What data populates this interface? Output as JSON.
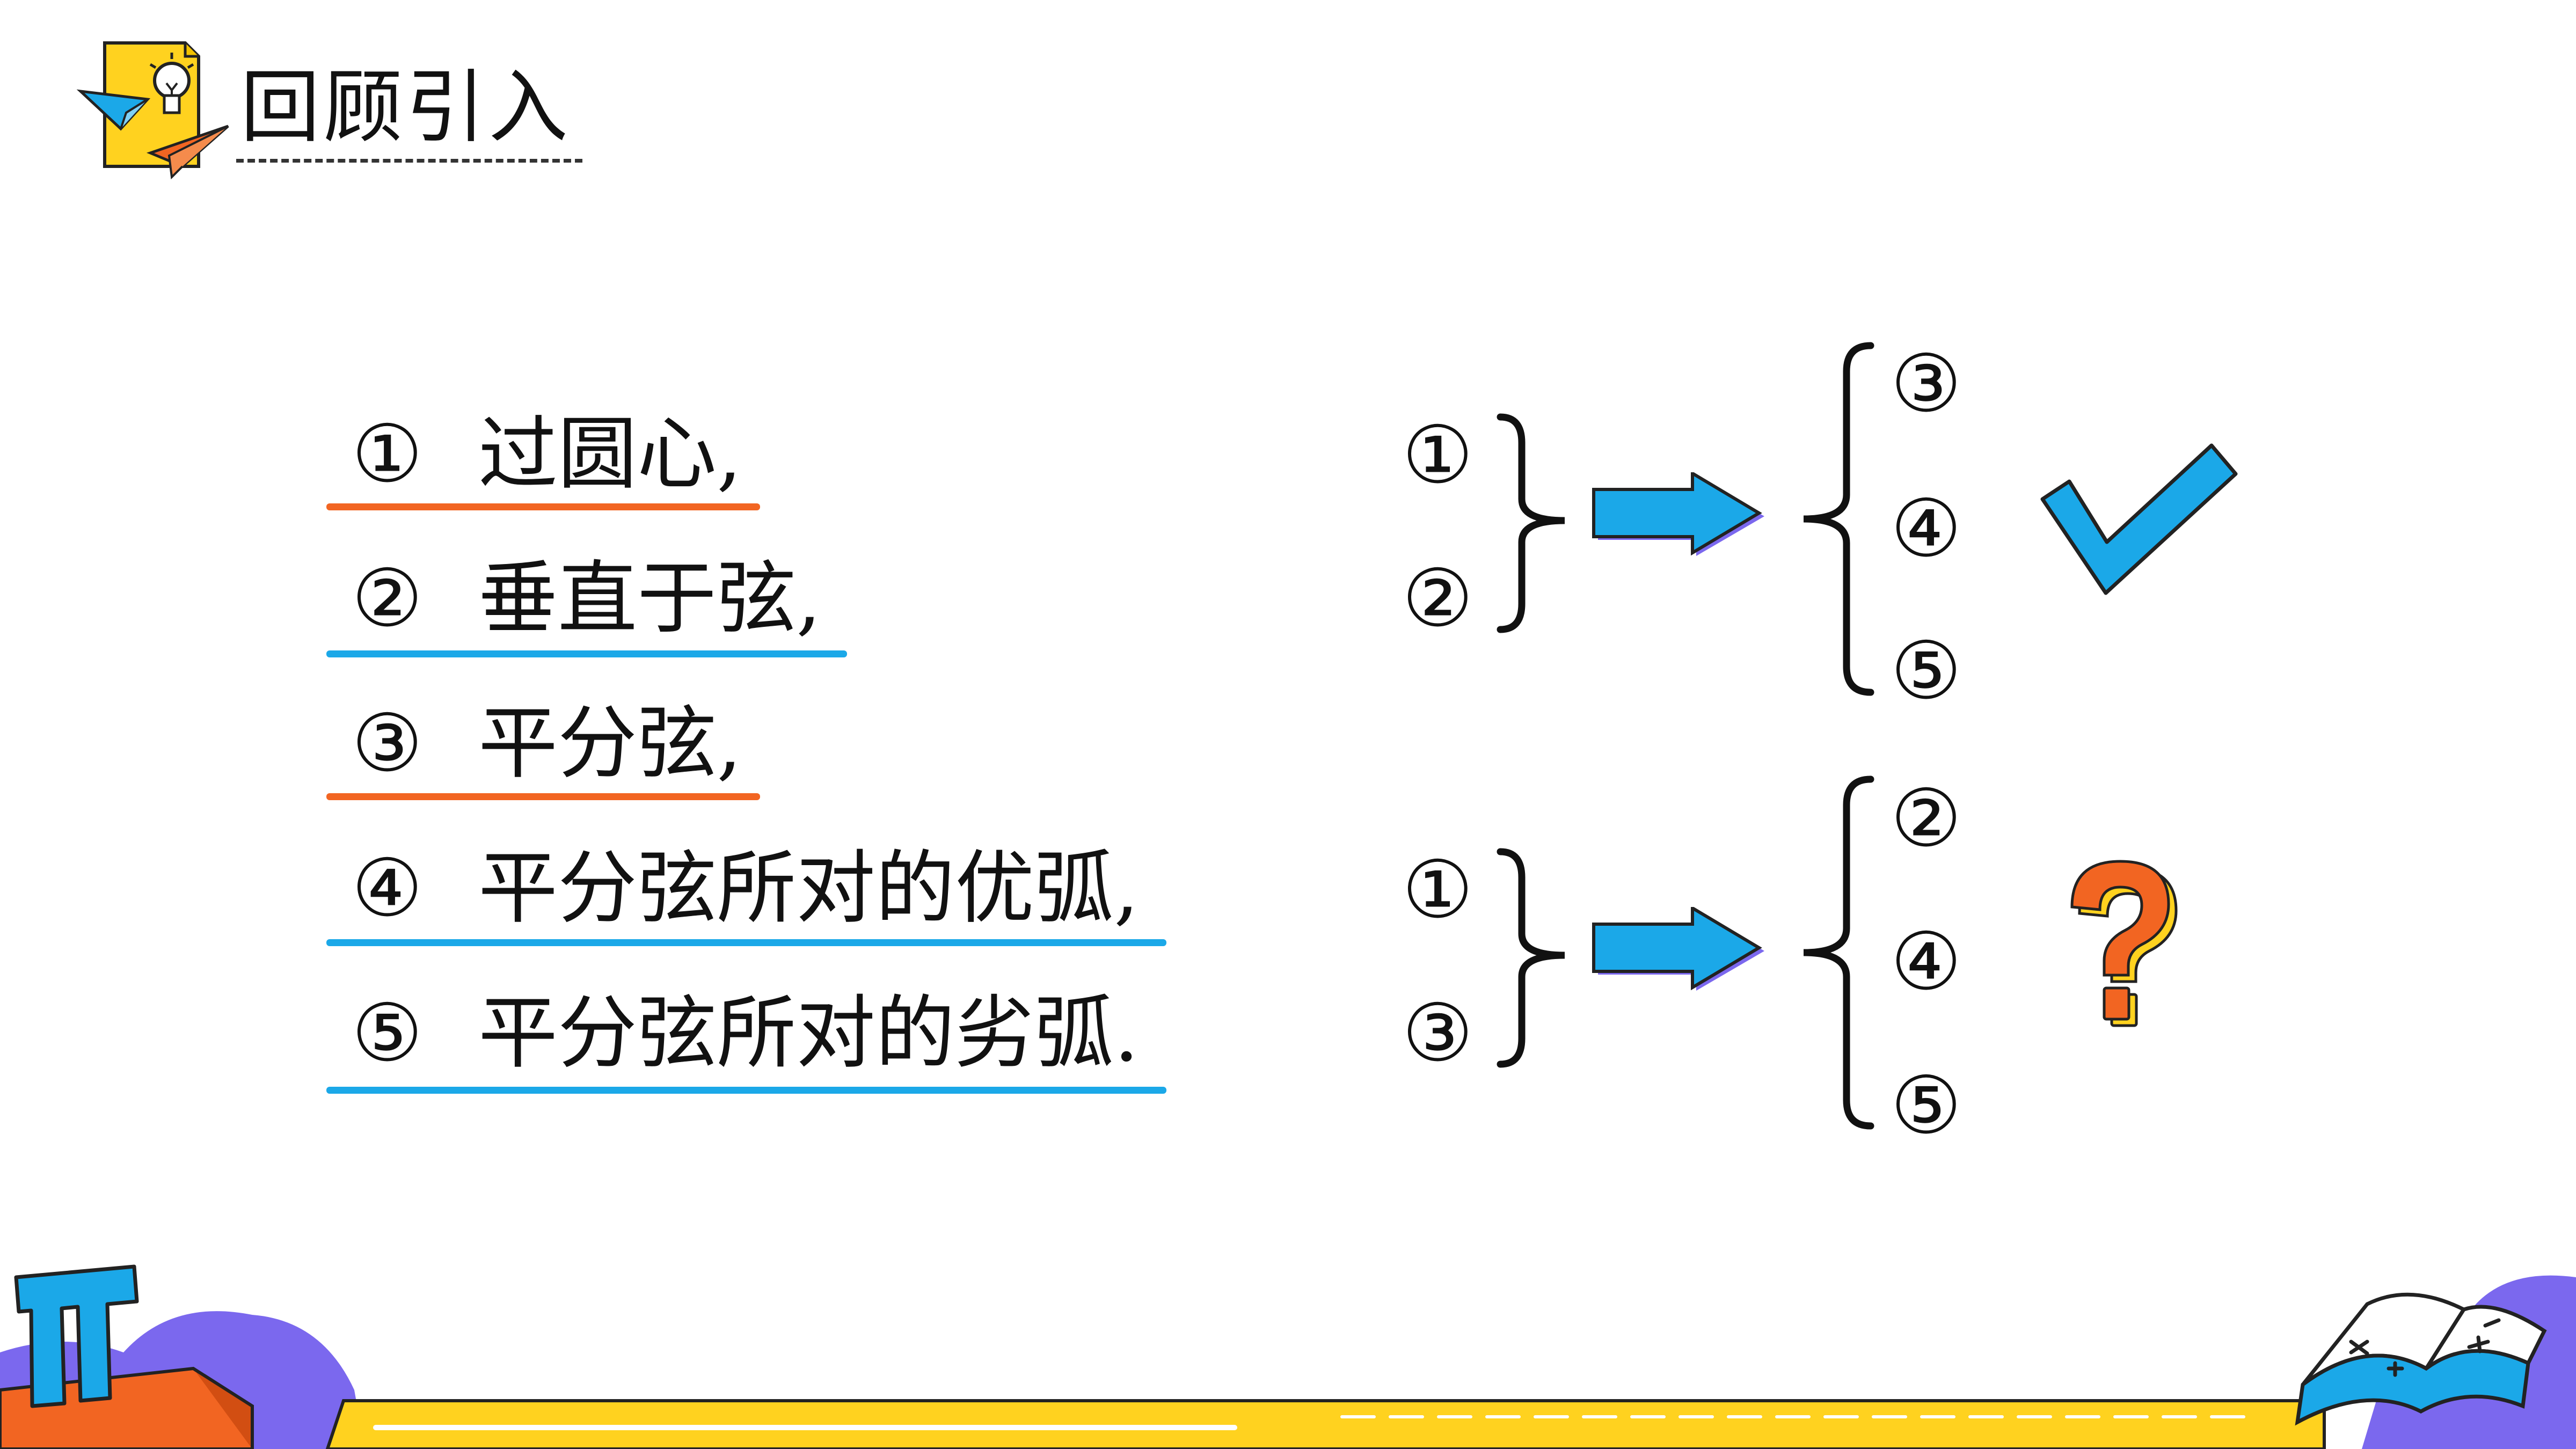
{
  "header": {
    "title": "回顾引入"
  },
  "conditions": [
    {
      "num": "①",
      "text": "过圆心,",
      "underline_color": "#F26522"
    },
    {
      "num": "②",
      "text": "垂直于弦,",
      "underline_color": "#1BA8E8"
    },
    {
      "num": "③",
      "text": "平分弦,",
      "underline_color": "#F26522"
    },
    {
      "num": "④",
      "text": "平分弦所对的优弧,",
      "underline_color": "#1BA8E8"
    },
    {
      "num": "⑤",
      "text": "平分弦所对的劣弧.",
      "underline_color": "#1BA8E8"
    }
  ],
  "inference_top": {
    "given": [
      "①",
      "②"
    ],
    "result": [
      "③",
      "④",
      "⑤"
    ],
    "mark": "check-icon"
  },
  "inference_bottom": {
    "given": [
      "①",
      "③"
    ],
    "result": [
      "②",
      "④",
      "⑤"
    ],
    "mark": "question-icon"
  },
  "colors": {
    "blue": "#1BA8E8",
    "orange": "#F26522",
    "yellow": "#FFD21F",
    "purple": "#7B68EE"
  }
}
